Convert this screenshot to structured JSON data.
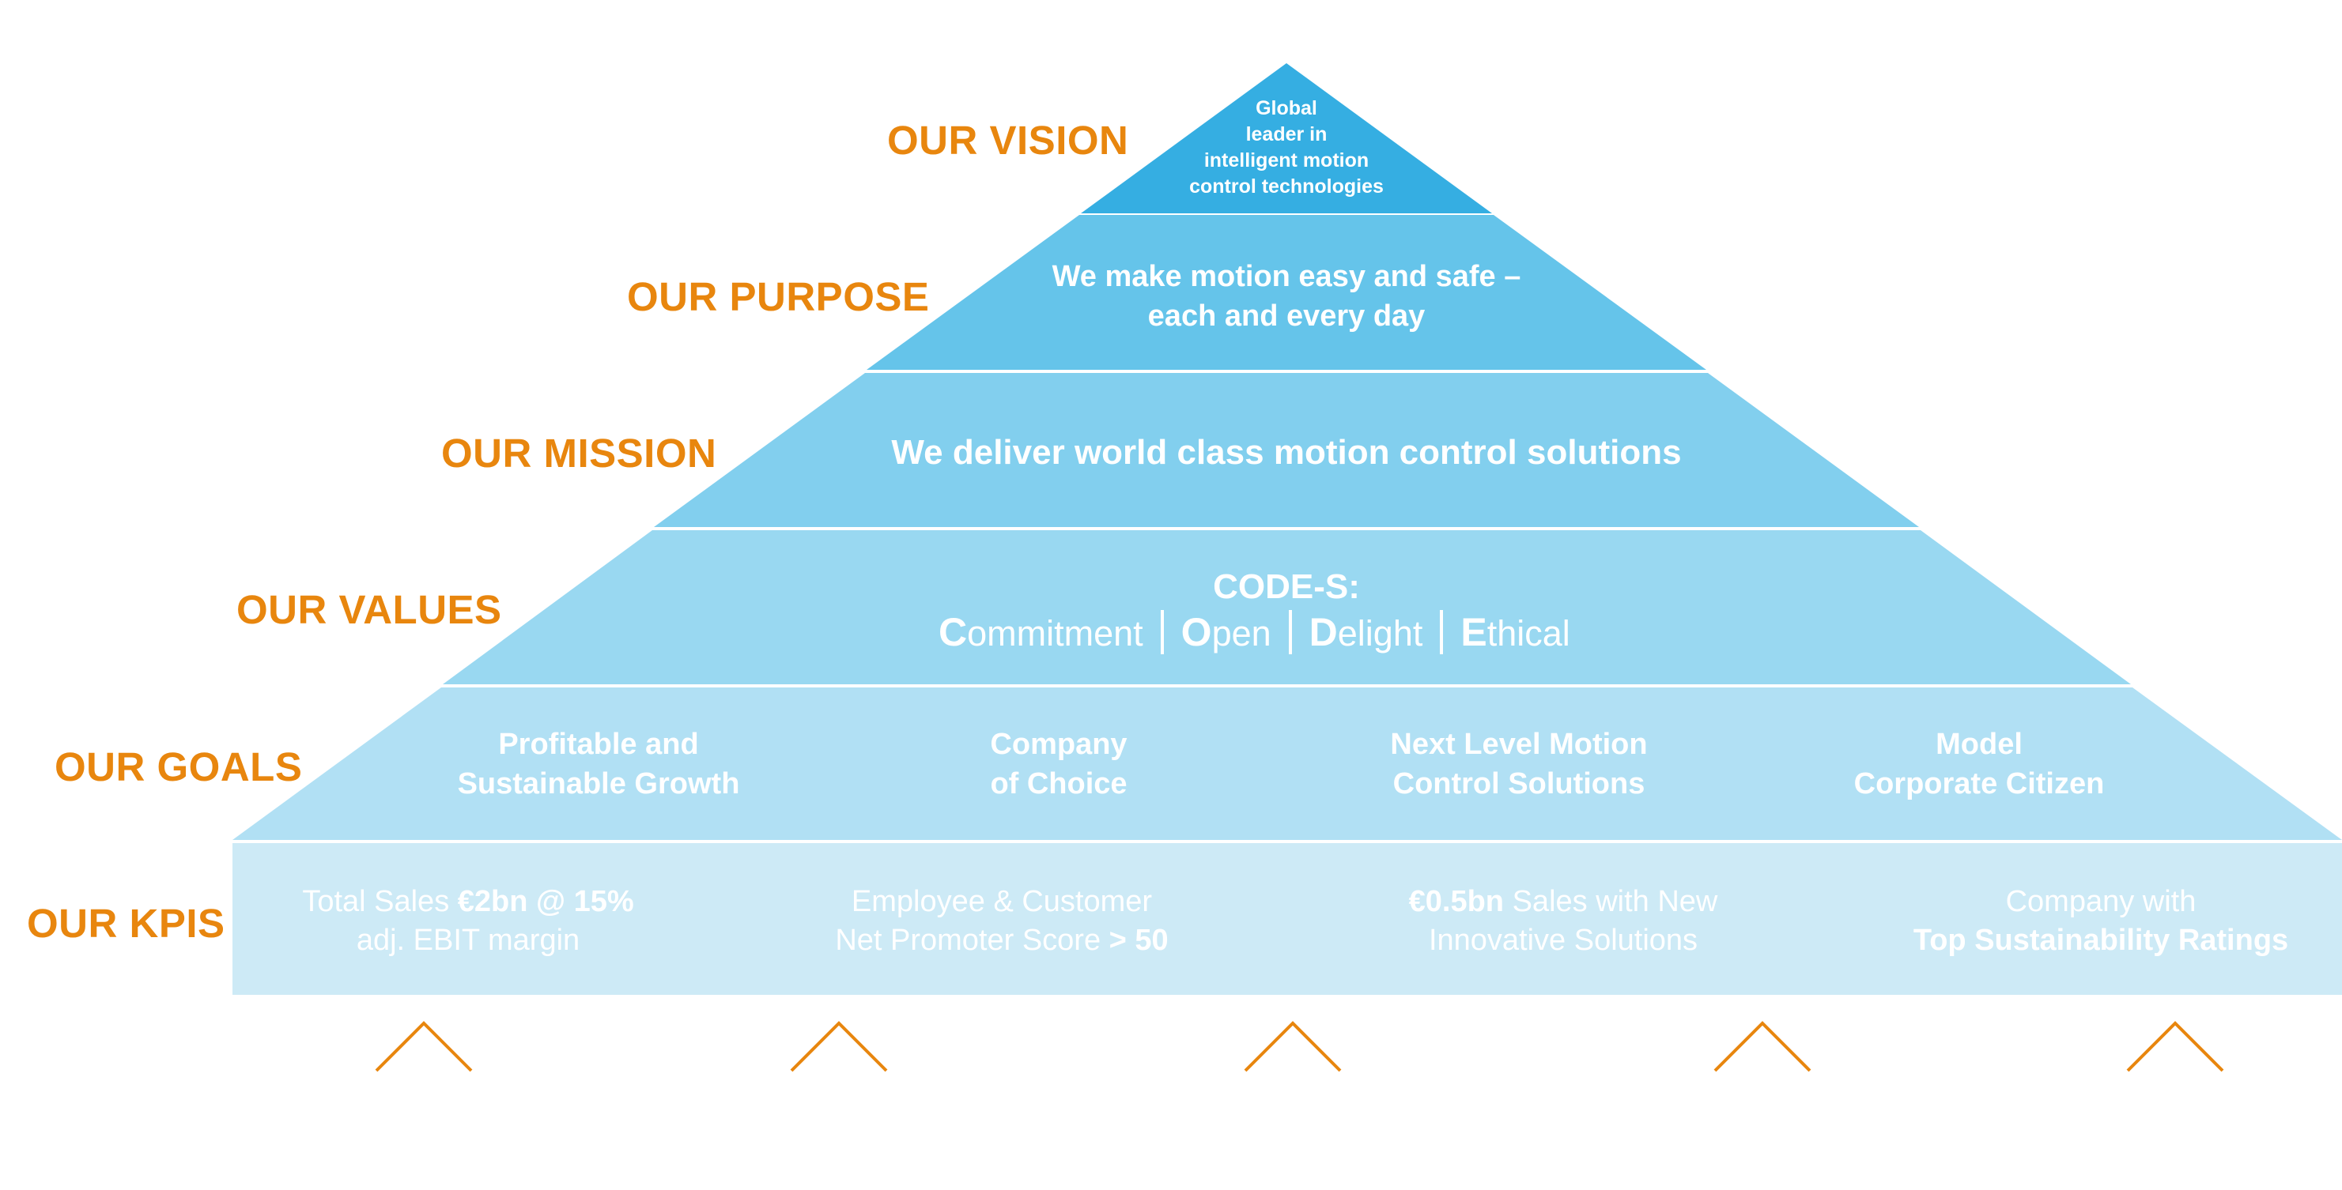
{
  "colors": {
    "accent": "#E8860E",
    "vision": "#35AEE2",
    "purpose": "#65C4EA",
    "mission": "#82CFEE",
    "values": "#99D8F1",
    "goals": "#B1E0F4",
    "kpis": "#CDEAF6",
    "divider": "#FFFFFF"
  },
  "labels": {
    "vision": "OUR VISION",
    "purpose": "OUR PURPOSE",
    "mission": "OUR MISSION",
    "values": "OUR VALUES",
    "goals": "OUR GOALS",
    "kpis": "OUR KPIS"
  },
  "vision": {
    "lines": [
      "Global",
      "leader in",
      "intelligent motion",
      "control technologies"
    ]
  },
  "purpose": {
    "lines": [
      "We make motion easy and safe –",
      "each and every day"
    ]
  },
  "mission": {
    "text": "We deliver world class motion control solutions"
  },
  "values": {
    "title": "CODE-S:",
    "items": [
      {
        "initial": "C",
        "rest": "ommitment"
      },
      {
        "initial": "O",
        "rest": "pen"
      },
      {
        "initial": "D",
        "rest": "elight"
      },
      {
        "initial": "E",
        "rest": "thical"
      }
    ]
  },
  "goals": [
    {
      "line1": "Profitable and",
      "line2": "Sustainable Growth"
    },
    {
      "line1": "Company",
      "line2": "of Choice"
    },
    {
      "line1": "Next Level Motion",
      "line2": "Control Solutions"
    },
    {
      "line1": "Model",
      "line2": "Corporate Citizen"
    }
  ],
  "kpis": [
    {
      "l1a": "Total Sales ",
      "l1b": "€2bn @ 15%",
      "l2a": "adj. EBIT margin",
      "l2b": ""
    },
    {
      "l1a": "Employee & Customer",
      "l1b": "",
      "l2a": "Net Promoter Score ",
      "l2b": "> 50"
    },
    {
      "l1b": "€0.5bn",
      "l1a": " Sales with New",
      "l2a": "Innovative Solutions",
      "l2b": ""
    },
    {
      "l1a": "Company with",
      "l1b": "",
      "l2a": "",
      "l2b": "Top Sustainability Ratings"
    }
  ],
  "chevrons": {
    "count": 5,
    "icon": "chevron-up-icon"
  }
}
